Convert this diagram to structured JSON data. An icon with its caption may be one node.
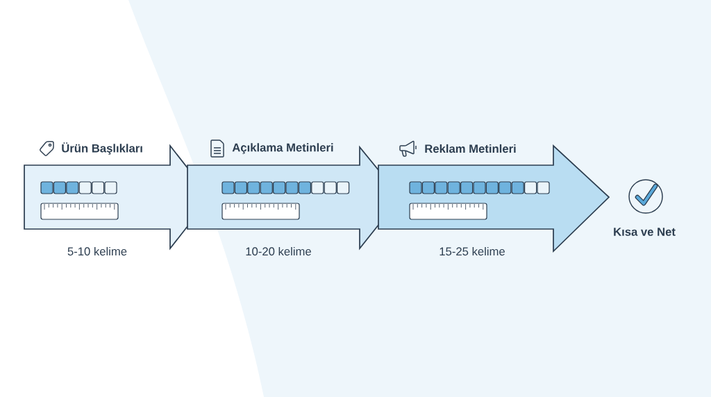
{
  "diagram": {
    "nodes": [
      {
        "text": [
          "Ürün Başlıkları"
        ],
        "beside": [
          "5-10 kelime"
        ]
      },
      {
        "text": [
          "Açıklama Metinleri"
        ],
        "beside": [
          "10-20 kelime"
        ]
      },
      {
        "text": [
          "Reklam Metinleri"
        ],
        "beside": [
          "15-25 kelime"
        ]
      },
      {
        "text": [
          "Kısa ve Net"
        ]
      }
    ]
  }
}
